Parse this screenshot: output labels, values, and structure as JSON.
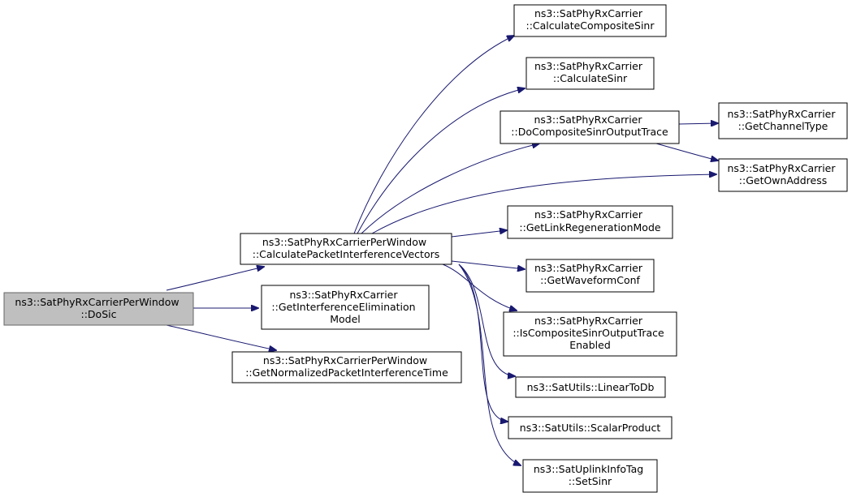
{
  "colors": {
    "edge": "#191970",
    "node_fill": "#ffffff",
    "root_fill": "#bfbfbf",
    "root_stroke": "#666666"
  },
  "nodes": {
    "dosic": {
      "lines": [
        "ns3::SatPhyRxCarrierPerWindow",
        "::DoSic"
      ]
    },
    "calcpiv": {
      "lines": [
        "ns3::SatPhyRxCarrierPerWindow",
        "::CalculatePacketInterferenceVectors"
      ]
    },
    "getiem": {
      "lines": [
        "ns3::SatPhyRxCarrier",
        "::GetInterferenceElimination",
        "Model"
      ]
    },
    "getnpit": {
      "lines": [
        "ns3::SatPhyRxCarrierPerWindow",
        "::GetNormalizedPacketInterferenceTime"
      ]
    },
    "calccompsinr": {
      "lines": [
        "ns3::SatPhyRxCarrier",
        "::CalculateCompositeSinr"
      ]
    },
    "calcsinr": {
      "lines": [
        "ns3::SatPhyRxCarrier",
        "::CalculateSinr"
      ]
    },
    "docompsinrtrace": {
      "lines": [
        "ns3::SatPhyRxCarrier",
        "::DoCompositeSinrOutputTrace"
      ]
    },
    "getchanneltype": {
      "lines": [
        "ns3::SatPhyRxCarrier",
        "::GetChannelType"
      ]
    },
    "getownaddress": {
      "lines": [
        "ns3::SatPhyRxCarrier",
        "::GetOwnAddress"
      ]
    },
    "getlinkregen": {
      "lines": [
        "ns3::SatPhyRxCarrier",
        "::GetLinkRegenerationMode"
      ]
    },
    "getwaveformconf": {
      "lines": [
        "ns3::SatPhyRxCarrier",
        "::GetWaveformConf"
      ]
    },
    "iscompsinrenabled": {
      "lines": [
        "ns3::SatPhyRxCarrier",
        "::IsCompositeSinrOutputTrace",
        "Enabled"
      ]
    },
    "lineartodb": {
      "lines": [
        "ns3::SatUtils::LinearToDb"
      ]
    },
    "scalarproduct": {
      "lines": [
        "ns3::SatUtils::ScalarProduct"
      ]
    },
    "setsinr": {
      "lines": [
        "ns3::SatUplinkInfoTag",
        "::SetSinr"
      ]
    }
  }
}
